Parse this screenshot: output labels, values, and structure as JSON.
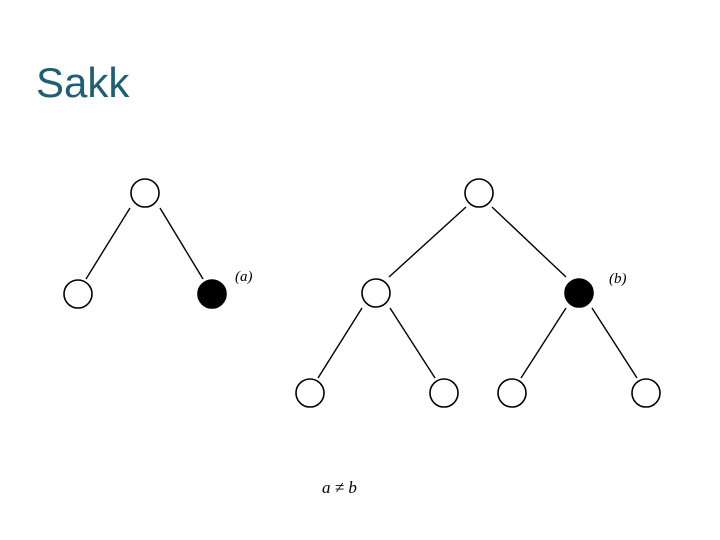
{
  "slide": {
    "title": "Sakk"
  },
  "trees": {
    "a": {
      "label": "(a)"
    },
    "b": {
      "label": "(b)"
    }
  },
  "caption": "a ≠ b"
}
